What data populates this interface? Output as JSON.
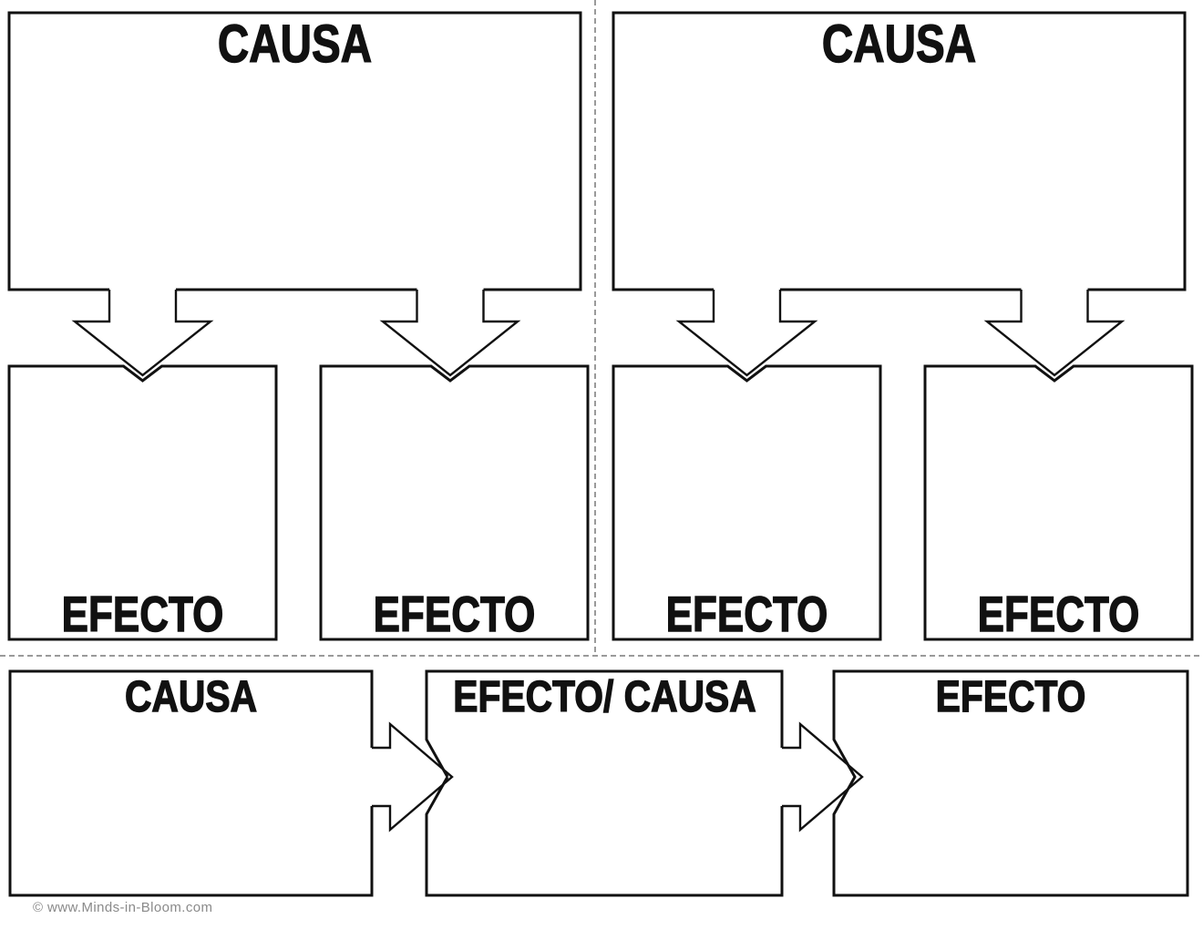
{
  "page": {
    "background": "#ffffff",
    "stroke_color": "#111111",
    "divider_color": "#9a9a9a"
  },
  "top_left_organizer": {
    "cause_label": "CAUSA",
    "effect_labels": [
      "EFECTO",
      "EFECTO"
    ]
  },
  "top_right_organizer": {
    "cause_label": "CAUSA",
    "effect_labels": [
      "EFECTO",
      "EFECTO"
    ]
  },
  "bottom_flow": {
    "cause_label": "CAUSA",
    "middle_label": "EFECTO/ CAUSA",
    "effect_label": "EFECTO"
  },
  "footer": {
    "copyright": "© www.Minds-in-Bloom.com"
  }
}
